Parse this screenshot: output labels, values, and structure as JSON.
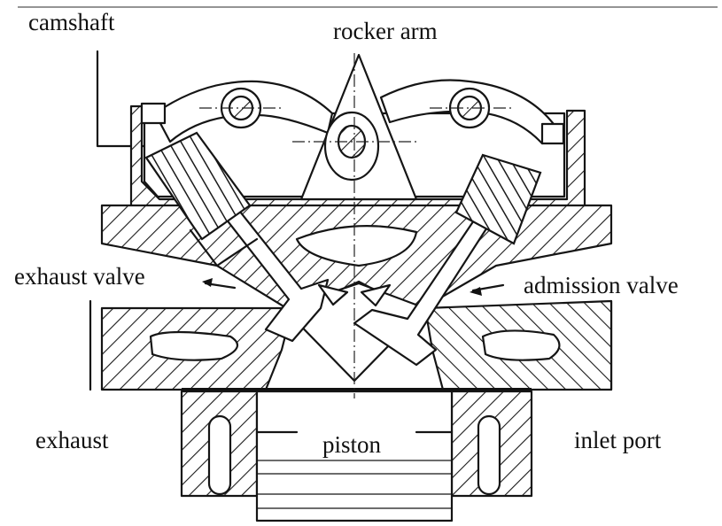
{
  "labels": {
    "camshaft": "camshaft",
    "rocker_arm": "rocker arm",
    "exhaust_valve": "exhaust valve",
    "admission_valve": "admission valve",
    "exhaust": "exhaust",
    "piston": "piston",
    "inlet_port": "inlet port"
  }
}
